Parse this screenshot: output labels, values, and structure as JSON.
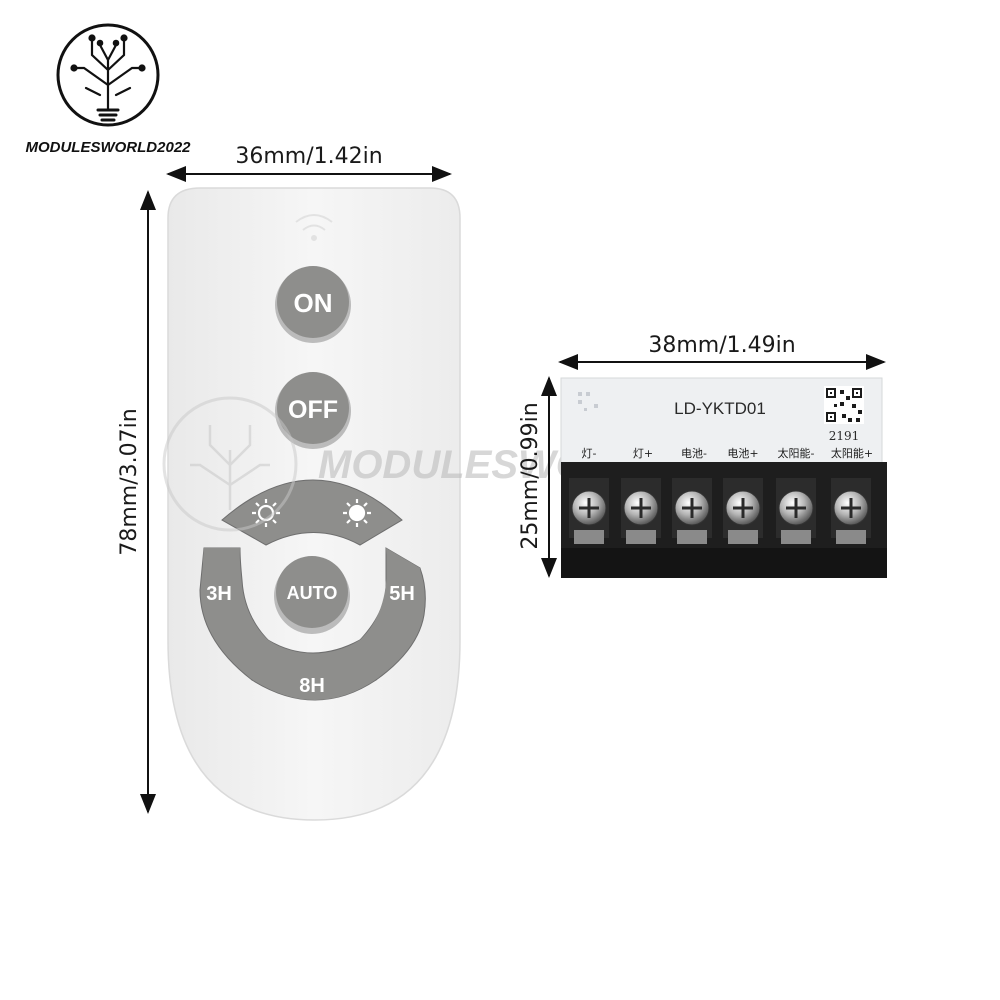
{
  "brand": {
    "name": "MODULESWORLD2022",
    "watermark": "MODULESWORLD2022"
  },
  "dimensions": {
    "remote_width": "36mm/1.42in",
    "remote_height": "78mm/3.07in",
    "module_width": "38mm/1.49in",
    "module_height": "25mm/0.99in"
  },
  "remote": {
    "buttons": {
      "on": "ON",
      "off": "OFF",
      "auto": "AUTO",
      "timer_3h": "3H",
      "timer_5h": "5H",
      "timer_8h": "8H"
    },
    "icons": [
      "brightness-down-icon",
      "brightness-up-icon"
    ]
  },
  "module": {
    "model": "LD-YKTD01",
    "serial": "2191",
    "pins": [
      "灯-",
      "灯+",
      "电池-",
      "电池+",
      "太阳能-",
      "太阳能+"
    ]
  },
  "colors": {
    "remote_body": "#f1f1f1",
    "button_gray": "#8e8e8c",
    "pcb": "#eef0f2",
    "terminal": "#1e1e1e"
  }
}
